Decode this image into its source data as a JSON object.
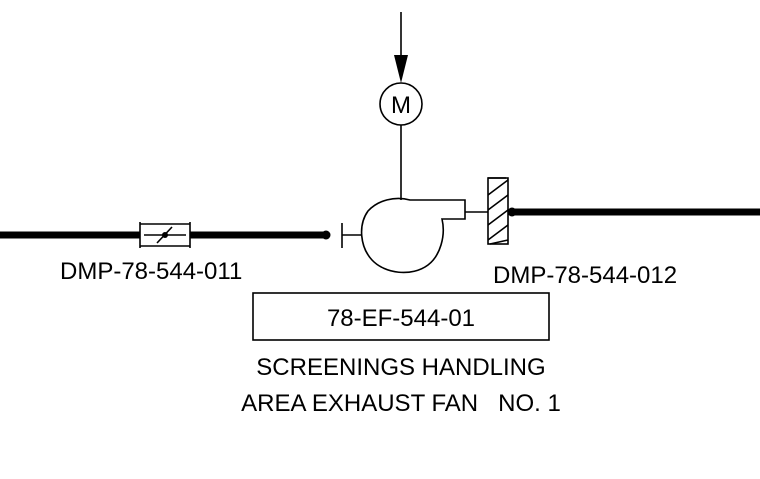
{
  "motor": {
    "symbol": "M"
  },
  "dampers": {
    "left_tag": "DMP-78-544-011",
    "right_tag": "DMP-78-544-012"
  },
  "fan": {
    "tag": "78-EF-544-01",
    "description_line1": "SCREENINGS HANDLING",
    "description_line2": "AREA EXHAUST FAN   NO. 1"
  }
}
